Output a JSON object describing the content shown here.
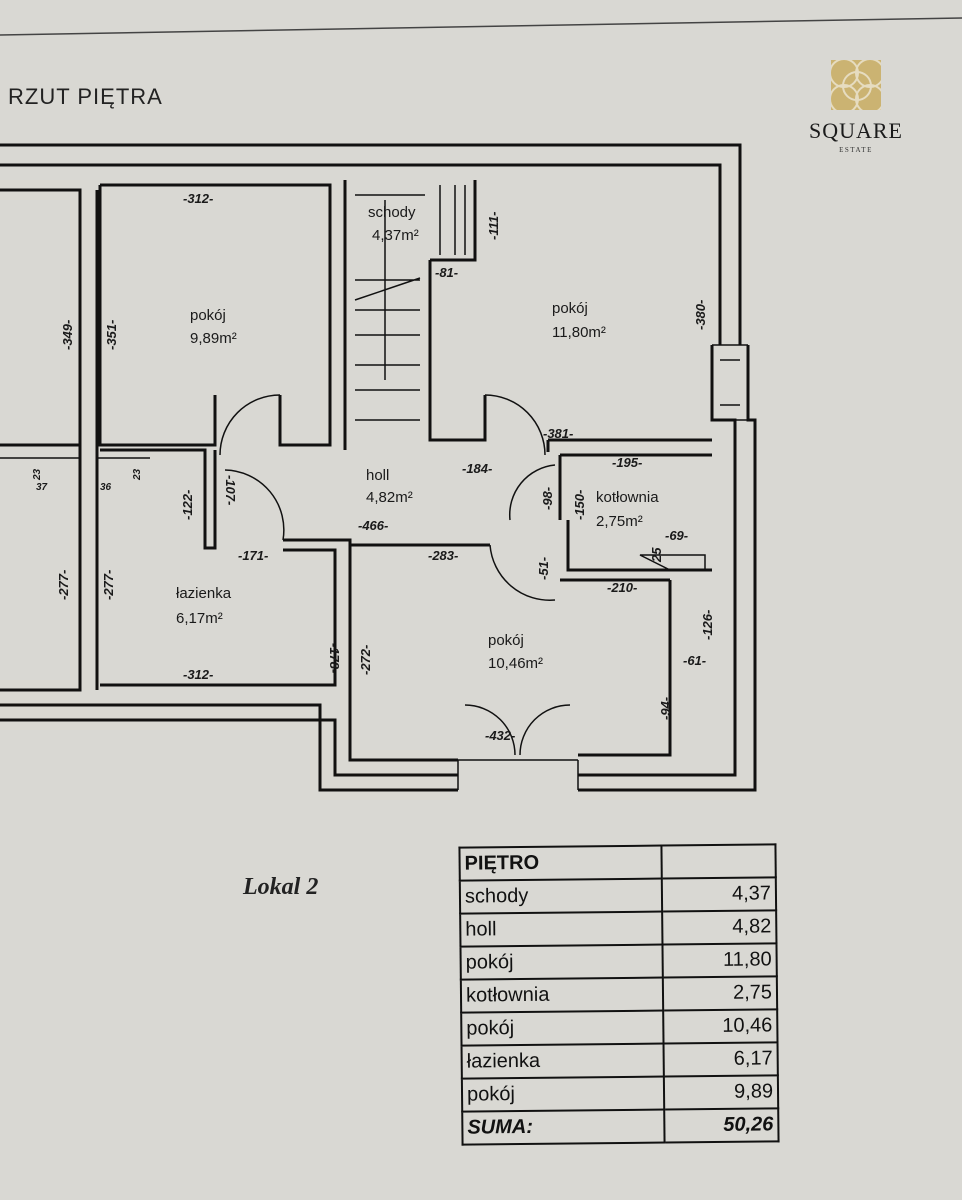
{
  "title": "RZUT PIĘTRA",
  "logo": {
    "name": "SQUARE",
    "sub": "ESTATE",
    "color": "#cbb372"
  },
  "lokal": "Lokal 2",
  "rooms": [
    {
      "name": "pokój",
      "area": "9,89m²"
    },
    {
      "name": "schody",
      "area": "4,37m²"
    },
    {
      "name": "pokój",
      "area": "11,80m²"
    },
    {
      "name": "holl",
      "area": "4,82m²"
    },
    {
      "name": "kotłownia",
      "area": "2,75m²"
    },
    {
      "name": "łazienka",
      "area": "6,17m²"
    },
    {
      "name": "pokój",
      "area": "10,46m²"
    }
  ],
  "dimensions": {
    "d312a": "-312-",
    "d349": "-349-",
    "d351": "-351-",
    "d111": "-111-",
    "d81": "-81-",
    "d380": "-380-",
    "d381": "-381-",
    "d184": "-184-",
    "d195": "-195-",
    "d466": "-466-",
    "d98": "-98-",
    "d150": "-150-",
    "d69": "-69-",
    "d25": "25",
    "d122": "-122-",
    "d107": "-107-",
    "d171": "-171-",
    "d283": "-283-",
    "d51": "-51-",
    "d210": "-210-",
    "d277a": "-277-",
    "d277b": "-277-",
    "d178": "-178-",
    "d272": "-272-",
    "d126": "-126-",
    "d61": "-61-",
    "d94": "-94-",
    "d432": "-432-",
    "d312b": "-312-",
    "d23a": "23",
    "d37": "37",
    "d36": "36",
    "d23b": "23"
  },
  "table": {
    "header": "PIĘTRO",
    "rows": [
      {
        "name": "schody",
        "value": "4,37"
      },
      {
        "name": "holl",
        "value": "4,82"
      },
      {
        "name": "pokój",
        "value": "11,80"
      },
      {
        "name": "kotłownia",
        "value": "2,75"
      },
      {
        "name": "pokój",
        "value": "10,46"
      },
      {
        "name": "łazienka",
        "value": "6,17"
      },
      {
        "name": "pokój",
        "value": "9,89"
      }
    ],
    "sum_label": "SUMA:",
    "sum_value": "50,26"
  }
}
